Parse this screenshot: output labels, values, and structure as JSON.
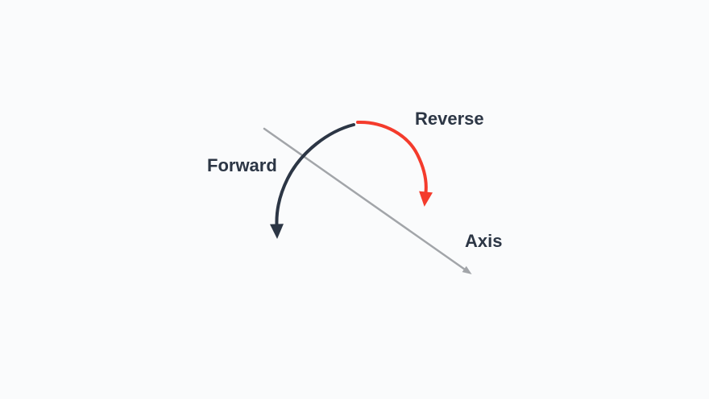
{
  "diagram": {
    "labels": {
      "forward": "Forward",
      "reverse": "Reverse",
      "axis": "Axis"
    },
    "colors": {
      "background": "#fafbfc",
      "forward_arrow": "#2c3645",
      "reverse_arrow": "#f43b2c",
      "axis_arrow": "#a2a5a9",
      "label_text": "#2c3645"
    }
  }
}
